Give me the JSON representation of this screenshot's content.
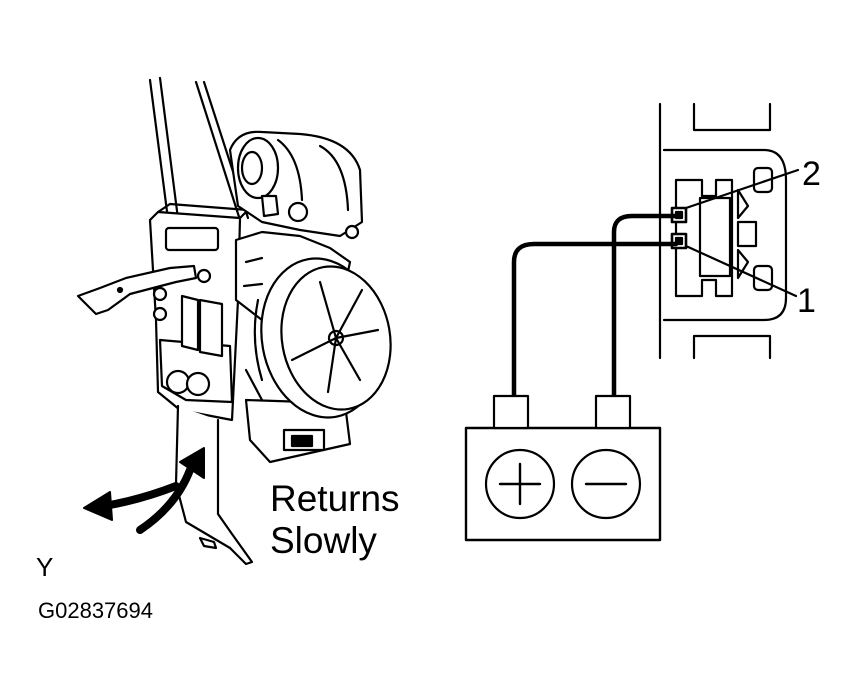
{
  "labels": {
    "returns_line1": "Returns",
    "returns_line2": "Slowly",
    "pin_2": "2",
    "pin_1": "1",
    "corner_letter": "Y",
    "figure_code": "G02837694"
  },
  "battery": {
    "positive_symbol": "+",
    "negative_symbol": "−"
  },
  "colors": {
    "line": "#000000",
    "background": "#ffffff"
  },
  "icons": [
    "recliner-mechanism-icon",
    "motor-icon",
    "lever-icon",
    "rotation-arrow-icon",
    "connector-icon",
    "battery-icon"
  ]
}
